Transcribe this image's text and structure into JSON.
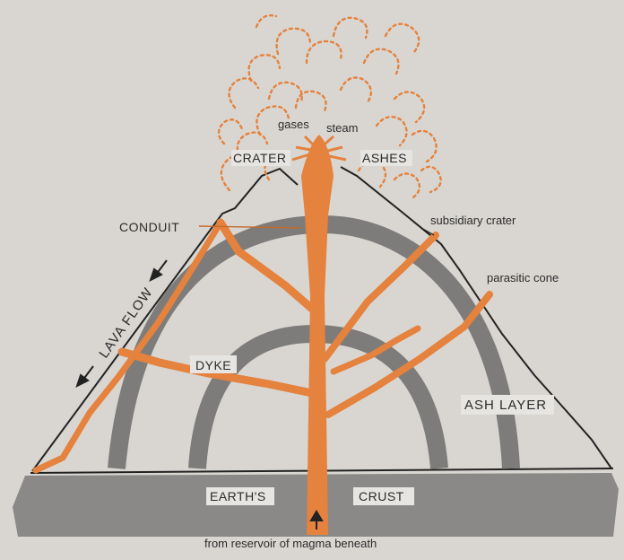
{
  "labels": {
    "gases": "gases",
    "steam": "steam",
    "crater": "CRATER",
    "ashes": "ASHES",
    "conduit": "CONDUIT",
    "subsidiary_crater": "subsidiary crater",
    "parasitic_cone": "parasitic cone",
    "lava_flow": "LAVA FLOW",
    "dyke": "DYKE",
    "ash_layer": "ASH LAYER",
    "earths": "EARTH'S",
    "crust": "CRUST",
    "from_reservoir": "from reservoir of magma beneath"
  },
  "colors": {
    "magma": "#e4823e",
    "ash_layer": "#7d7c7a",
    "crust": "#8a8987",
    "outline": "#222222",
    "background": "#d9d6d1"
  }
}
